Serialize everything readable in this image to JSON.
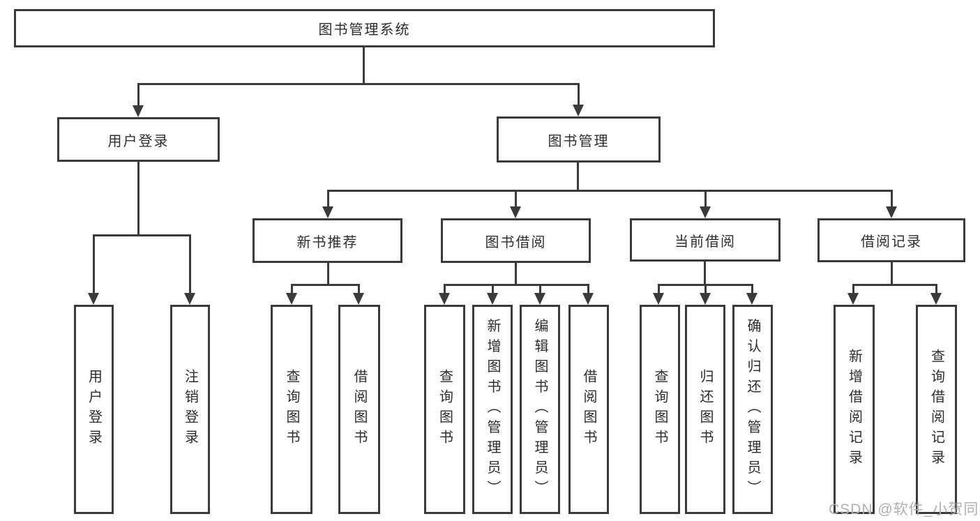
{
  "diagram_type": "tree",
  "root": {
    "label": "图书管理系统"
  },
  "level2": [
    {
      "label": "用户登录",
      "children": [
        {
          "label": "用户登录"
        },
        {
          "label": "注销登录"
        }
      ]
    },
    {
      "label": "图书管理",
      "children": [
        {
          "label": "新书推荐",
          "children": [
            {
              "label": "查询图书"
            },
            {
              "label": "借阅图书"
            }
          ]
        },
        {
          "label": "图书借阅",
          "children": [
            {
              "label": "查询图书"
            },
            {
              "label": "新增图书（管理员）"
            },
            {
              "label": "编辑图书（管理员）"
            },
            {
              "label": "借阅图书"
            }
          ]
        },
        {
          "label": "当前借阅",
          "children": [
            {
              "label": "查询图书"
            },
            {
              "label": "归还图书"
            },
            {
              "label": "确认归还（管理员）"
            }
          ]
        },
        {
          "label": "借阅记录",
          "children": [
            {
              "label": "新增借阅记录"
            },
            {
              "label": "查询借阅记录"
            }
          ]
        }
      ]
    }
  ],
  "watermark": "CSDN @软件_小贺同学",
  "colors": {
    "line": "#3a3a3a",
    "text": "#2d2d2d",
    "node_fill": "#ffffff",
    "background": "#ffffff",
    "watermark": "#b0b0b0"
  }
}
